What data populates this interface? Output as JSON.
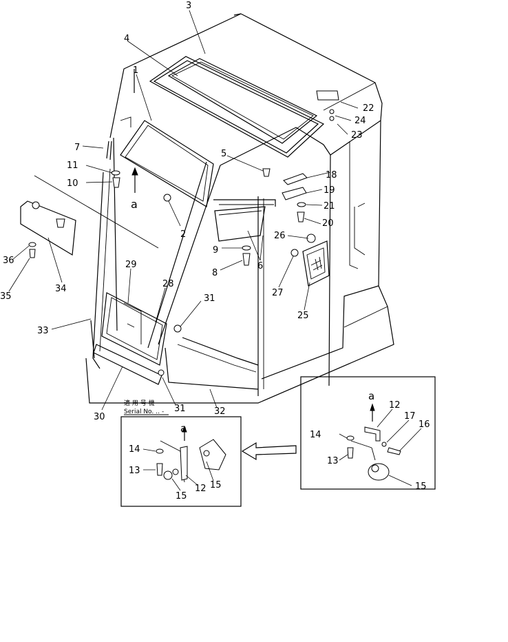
{
  "callouts": [
    {
      "id": "c1",
      "text": "1"
    },
    {
      "id": "c2",
      "text": "2"
    },
    {
      "id": "c3",
      "text": "3"
    },
    {
      "id": "c4",
      "text": "4"
    },
    {
      "id": "c5",
      "text": "5"
    },
    {
      "id": "c6",
      "text": "6"
    },
    {
      "id": "c7",
      "text": "7"
    },
    {
      "id": "c8",
      "text": "8"
    },
    {
      "id": "c9",
      "text": "9"
    },
    {
      "id": "c10",
      "text": "10"
    },
    {
      "id": "c11",
      "text": "11"
    },
    {
      "id": "c12a",
      "text": "12"
    },
    {
      "id": "c12b",
      "text": "12"
    },
    {
      "id": "c13a",
      "text": "13"
    },
    {
      "id": "c13b",
      "text": "13"
    },
    {
      "id": "c14a",
      "text": "14"
    },
    {
      "id": "c14b",
      "text": "14"
    },
    {
      "id": "c15a",
      "text": "15"
    },
    {
      "id": "c15b",
      "text": "15"
    },
    {
      "id": "c15c",
      "text": "15"
    },
    {
      "id": "c16",
      "text": "16"
    },
    {
      "id": "c17",
      "text": "17"
    },
    {
      "id": "c18",
      "text": "18"
    },
    {
      "id": "c19",
      "text": "19"
    },
    {
      "id": "c20",
      "text": "20"
    },
    {
      "id": "c21",
      "text": "21"
    },
    {
      "id": "c22",
      "text": "22"
    },
    {
      "id": "c23",
      "text": "23"
    },
    {
      "id": "c24",
      "text": "24"
    },
    {
      "id": "c25",
      "text": "25"
    },
    {
      "id": "c26",
      "text": "26"
    },
    {
      "id": "c27",
      "text": "27"
    },
    {
      "id": "c28",
      "text": "28"
    },
    {
      "id": "c29",
      "text": "29"
    },
    {
      "id": "c30",
      "text": "30"
    },
    {
      "id": "c31a",
      "text": "31"
    },
    {
      "id": "c31b",
      "text": "31"
    },
    {
      "id": "c32",
      "text": "32"
    },
    {
      "id": "c33",
      "text": "33"
    },
    {
      "id": "c34",
      "text": "34"
    },
    {
      "id": "c35",
      "text": "35"
    },
    {
      "id": "c36",
      "text": "36"
    }
  ],
  "view_marks": {
    "main": "a",
    "left_detail": "a",
    "right_detail": "a"
  },
  "serial_note": {
    "label_jp": "適 用 号 機",
    "label_en": "Serial No. ‥ -"
  }
}
